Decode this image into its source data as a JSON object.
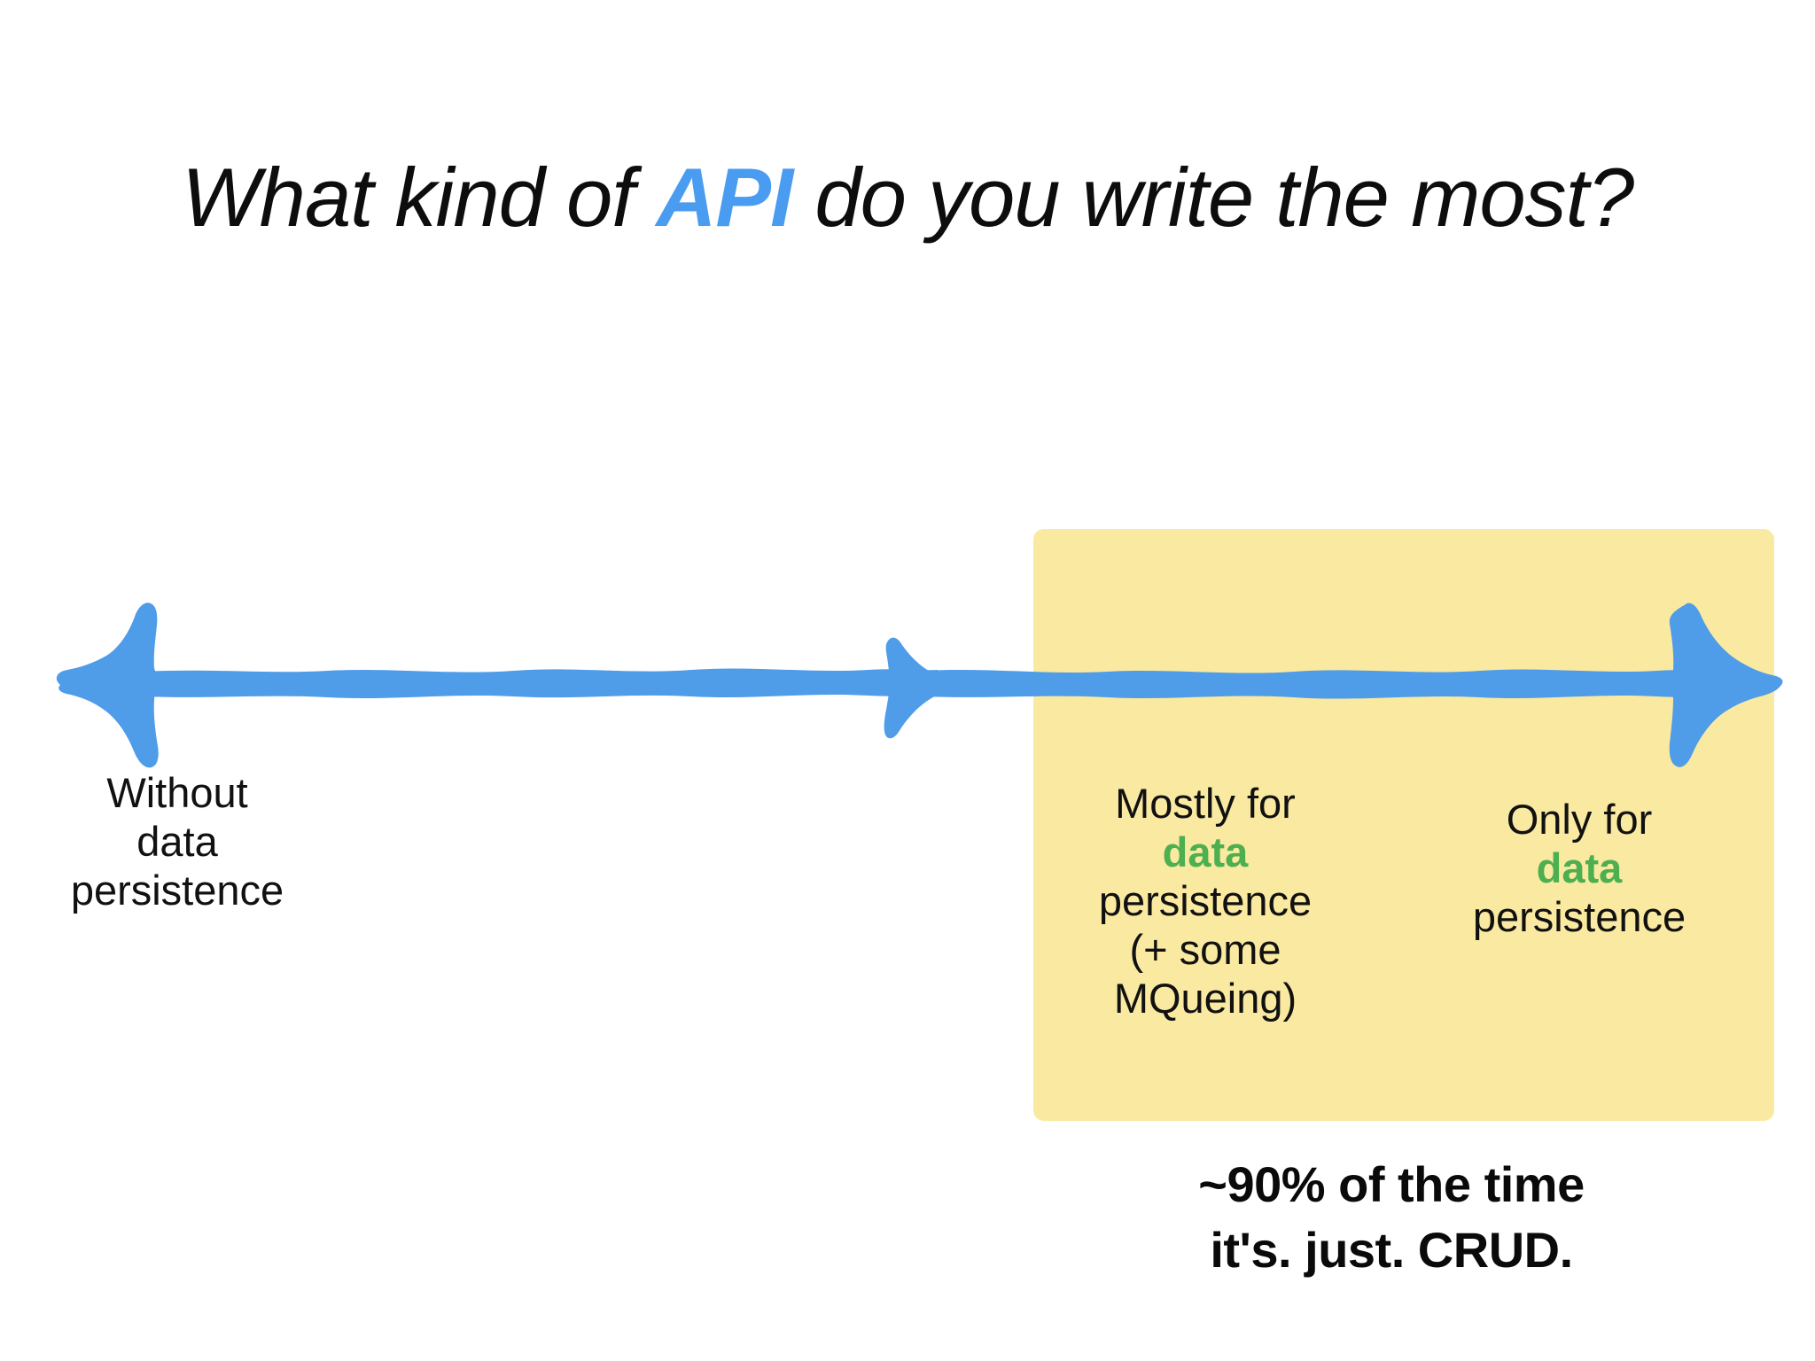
{
  "slide": {
    "background_color": "#ffffff",
    "title": {
      "prefix": "What kind of ",
      "accent": "API",
      "suffix": " do you write the most?",
      "accent_color": "#4a9cf0",
      "full_text": "What kind of API do you write the most?"
    },
    "highlight_box": {
      "fill_color": "#fae9a0",
      "label": "highlighted region covering the two data-persistence ends of the spectrum"
    },
    "arrow": {
      "color": "#4f9ce8",
      "style": "hand-drawn double-headed horizontal arrow with an extra mid arrowhead pointing right",
      "heads": [
        "left",
        "middle-right",
        "right"
      ]
    },
    "axis_labels": [
      {
        "id": "without-data-persistence",
        "position": "left",
        "lines": [
          "Without",
          "data",
          "persistence"
        ],
        "text": "Without\ndata\npersistence",
        "highlight_word": null,
        "inside_highlight_box": false
      },
      {
        "id": "mostly-for-data-persistence",
        "position": "middle",
        "lines": [
          "Mostly for",
          "data",
          "persistence",
          "(+ some",
          "MQueing)"
        ],
        "pre_text": "Mostly for",
        "highlight_word": "data",
        "post_text": "persistence\n(+ some\nMQueing)",
        "highlight_color": "#4caf50",
        "inside_highlight_box": true
      },
      {
        "id": "only-for-data-persistence",
        "position": "right",
        "lines": [
          "Only for",
          "data",
          "persistence"
        ],
        "pre_text": "Only for",
        "highlight_word": "data",
        "post_text": "persistence",
        "highlight_color": "#4caf50",
        "inside_highlight_box": true
      }
    ],
    "punchline": {
      "lines": [
        "~90% of the time",
        "it's. just. CRUD."
      ],
      "text": "~90% of the time\nit's. just. CRUD."
    }
  }
}
